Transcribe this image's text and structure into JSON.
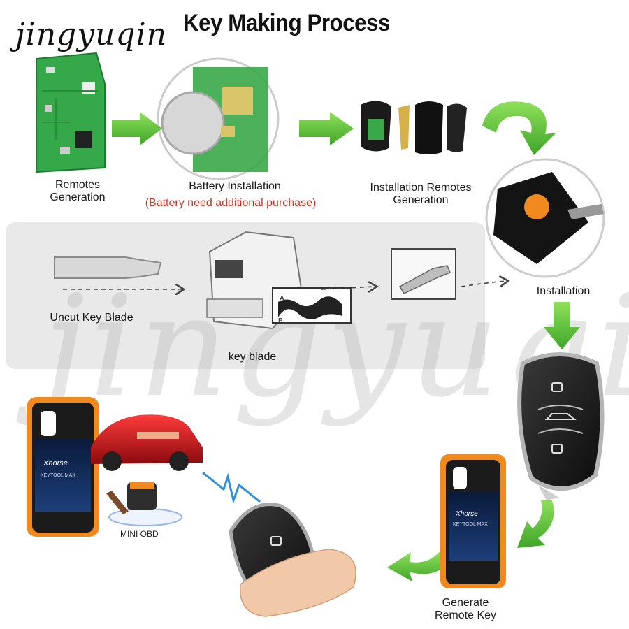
{
  "header": {
    "title": "Key Making Process",
    "brand": "jingyuqin"
  },
  "steps": {
    "remotes_generation": "Remotes Generation",
    "battery_installation": "Battery Installation",
    "battery_note": "(Battery need additional purchase)",
    "installation_remotes_generation": "Installation Remotes Generation",
    "installation": "Installation",
    "uncut_key_blade": "Uncut Key  Blade",
    "key_blade": "key blade",
    "generate_remote_key": "Generate Remote Key"
  },
  "device": {
    "screen_brand": "Xhorse",
    "screen_model": "KEYTOOL MAX",
    "adapter_label": "MINI OBD"
  },
  "key_cutter": {
    "track_a": "A",
    "track_b": "B"
  },
  "watermark": "jingyuqin",
  "icons": {
    "fob_buttons": [
      "lock-icon",
      "trunk-icon",
      "unlock-icon"
    ]
  },
  "colors": {
    "arrow_green": "#5fc23a",
    "pcb_green": "#3aa84a",
    "device_orange": "#f08a1e",
    "car_red": "#c8151b",
    "note_red": "#c0392b"
  }
}
